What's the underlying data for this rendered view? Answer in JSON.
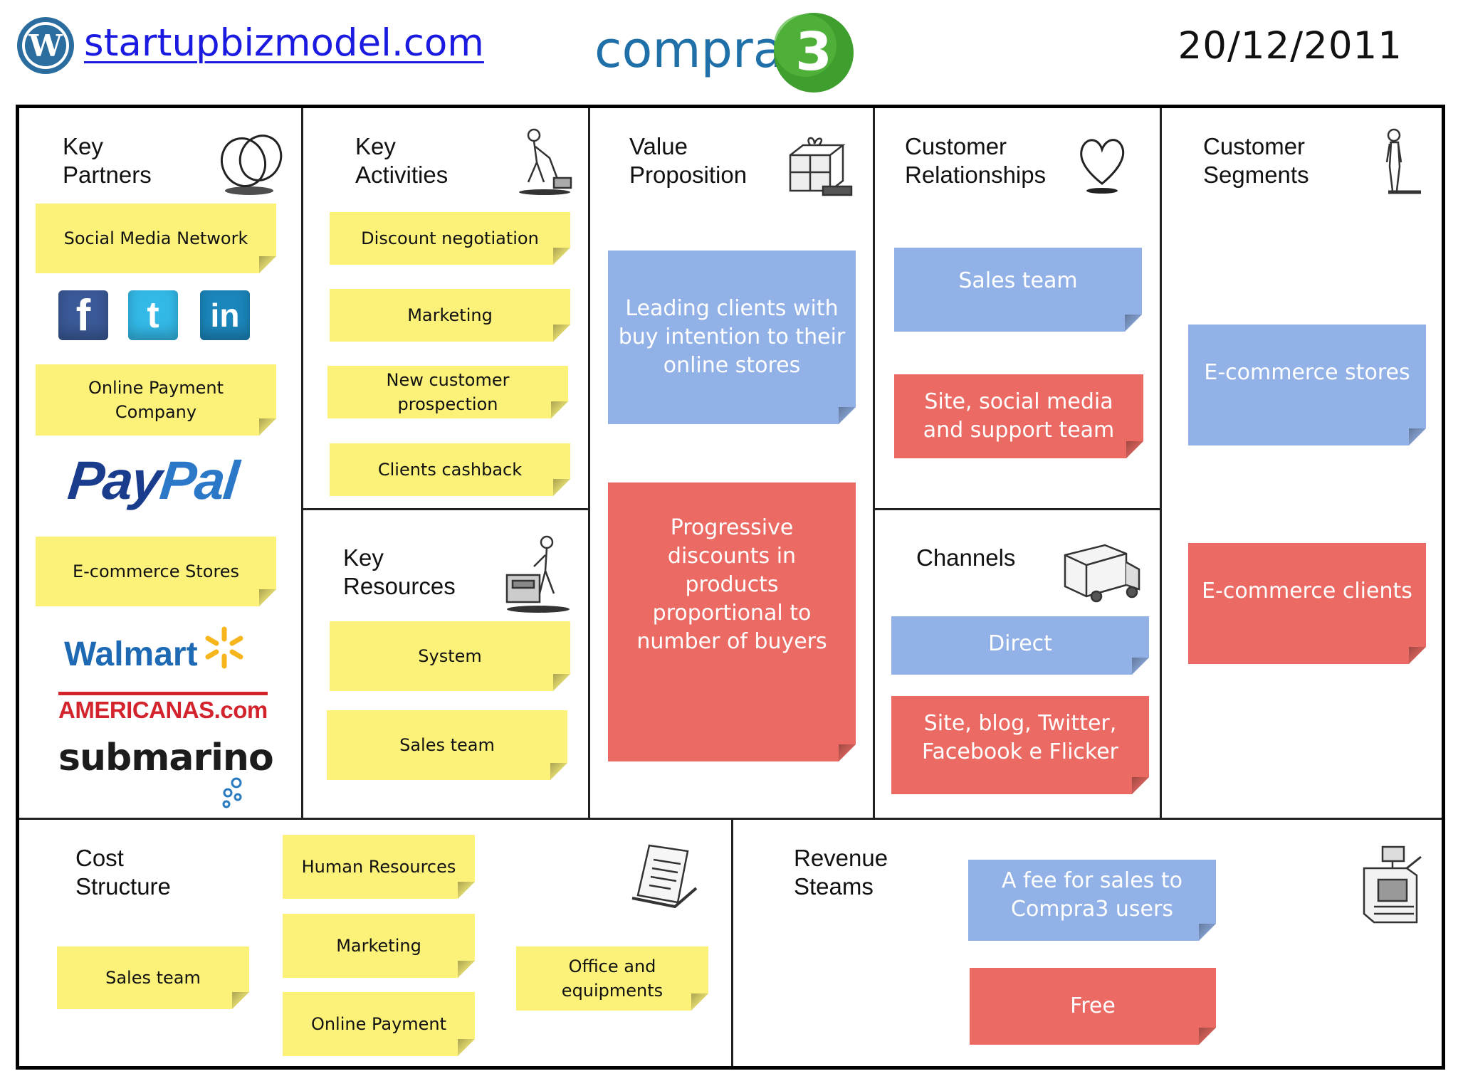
{
  "header": {
    "site": "startupbizmodel.com",
    "brand": "compra",
    "brand_badge": "3",
    "date": "20/12/2011"
  },
  "sections": {
    "key_partners": {
      "title": "Key\nPartners",
      "notes": [
        "Social Media Network",
        "Online Payment Company",
        "E-commerce Stores"
      ],
      "logos": {
        "facebook": "f",
        "twitter": "t",
        "linkedin": "in",
        "paypal_a": "Pay",
        "paypal_b": "Pal",
        "walmart": "Walmart",
        "americanas": "AMERICANAS.com",
        "submarino": "submarino"
      }
    },
    "key_activities": {
      "title": "Key\nActivities",
      "notes": [
        "Discount negotiation",
        "Marketing",
        "New customer prospection",
        "Clients cashback"
      ]
    },
    "key_resources": {
      "title": "Key\nResources",
      "notes": [
        "System",
        "Sales team"
      ]
    },
    "value_proposition": {
      "title": "Value\nProposition",
      "notes": [
        "Leading clients with buy intention to their online stores",
        "Progressive discounts in products proportional to number of buyers"
      ]
    },
    "customer_relationships": {
      "title": "Customer\nRelationships",
      "notes": [
        "Sales team",
        "Site, social media and support team"
      ]
    },
    "channels": {
      "title": "Channels",
      "notes": [
        "Direct",
        "Site, blog, Twitter, Facebook e Flicker"
      ]
    },
    "customer_segments": {
      "title": "Customer\nSegments",
      "notes": [
        "E-commerce stores",
        "E-commerce clients"
      ]
    },
    "cost_structure": {
      "title": "Cost\nStructure",
      "notes": [
        "Sales team",
        "Human Resources",
        "Marketing",
        "Online Payment",
        "Office and equipments"
      ]
    },
    "revenue_streams": {
      "title": "Revenue\nSteams",
      "notes": [
        "A fee for sales to Compra3 users",
        "Free"
      ]
    }
  },
  "colors": {
    "note_yellow": "#fcf27a",
    "note_blue": "#92b1e6",
    "note_red": "#eb6b64",
    "brand_blue": "#1f6fa8",
    "brand_green": "#3e9e2e",
    "link_blue": "#1a1ae0"
  },
  "icons": {
    "header": "wordpress-icon",
    "key_partners": "rings-icon",
    "key_activities": "worker-icon",
    "key_resources": "worker-machine-icon",
    "value_proposition": "gift-box-icon",
    "customer_relationships": "heart-icon",
    "channels": "truck-icon",
    "customer_segments": "person-icon",
    "cost_structure": "invoice-icon",
    "revenue_streams": "cash-register-icon"
  }
}
